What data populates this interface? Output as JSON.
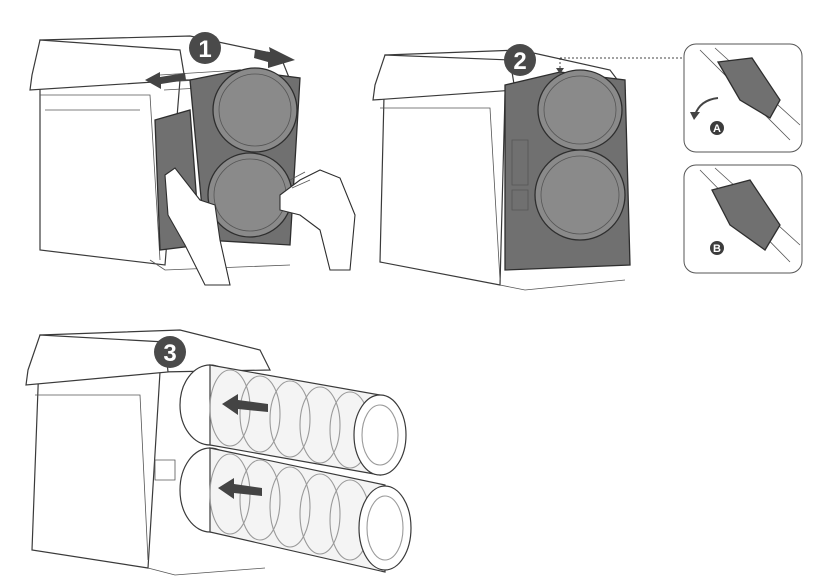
{
  "steps": [
    {
      "label": "1"
    },
    {
      "label": "2"
    },
    {
      "label": "3"
    }
  ],
  "callouts": [
    {
      "label": "A"
    },
    {
      "label": "B"
    }
  ],
  "colors": {
    "badge": "#4a4a4a",
    "panel": "#707070",
    "outline": "#3a3a3a"
  }
}
